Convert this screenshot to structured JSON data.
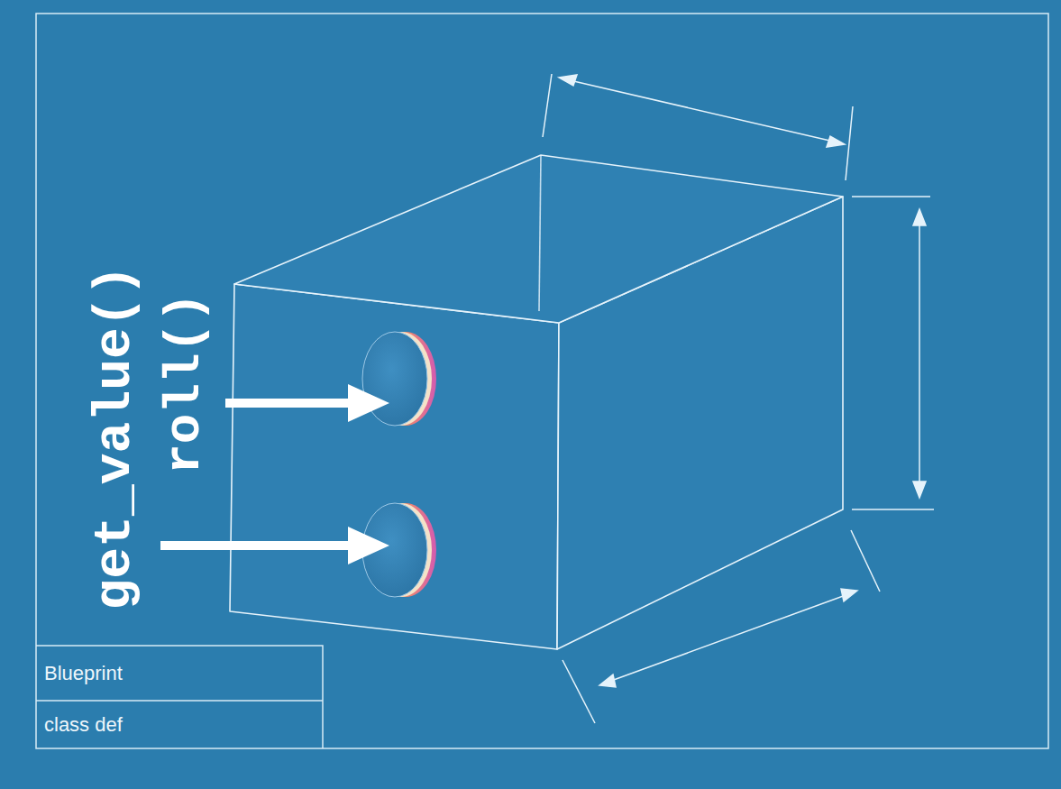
{
  "diagram": {
    "nodes": [
      {
        "text": [
          "Blueprint"
        ]
      },
      {
        "text": [
          "class def"
        ]
      }
    ],
    "labels": [
      "get_value()",
      "roll()"
    ]
  }
}
